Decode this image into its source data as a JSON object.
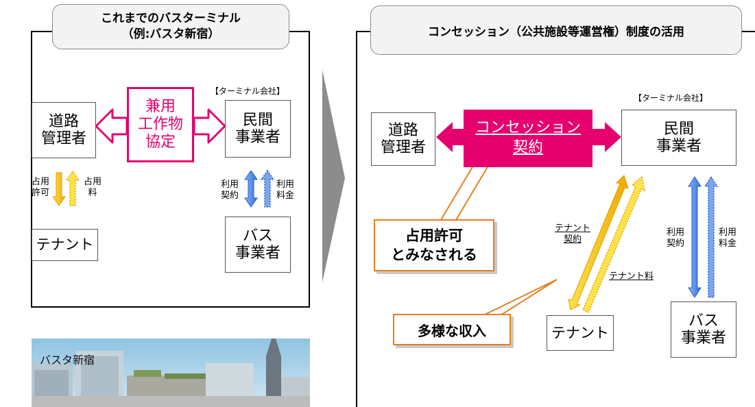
{
  "left_panel": {
    "title_line1": "これまでのバスターミナル",
    "title_line2": "（例:バスタ新宿）",
    "road_manager": [
      "道路",
      "管理者"
    ],
    "agreement": [
      "兼用",
      "工作物",
      "協定"
    ],
    "terminal_company_note": "【ターミナル会社】",
    "private_operator": [
      "民間",
      "事業者"
    ],
    "occupancy_permit": [
      "占用",
      "許可"
    ],
    "occupancy_fee": [
      "占用",
      "料"
    ],
    "usage_contract": [
      "利用",
      "契約"
    ],
    "usage_fee": [
      "利用",
      "料金"
    ],
    "tenant": "テナント",
    "bus_operator": [
      "バス",
      "事業者"
    ]
  },
  "photo": {
    "caption": "バスタ新宿"
  },
  "right_panel": {
    "title": "コンセッション（公共施設等運営権）制度の活用",
    "road_manager": [
      "道路",
      "管理者"
    ],
    "concession_contract": [
      "コンセッション",
      "契約"
    ],
    "terminal_company_note": "【ターミナル会社】",
    "private_operator": [
      "民間",
      "事業者"
    ],
    "callout_permit": [
      "占用許可",
      "とみなされる"
    ],
    "tenant_contract": [
      "テナント",
      "契約"
    ],
    "tenant_fee": "テナント料",
    "usage_contract": [
      "利用",
      "契約"
    ],
    "usage_fee": [
      "利用",
      "料金"
    ],
    "callout_revenue": "多様な収入",
    "tenant": "テナント",
    "bus_operator": [
      "バス",
      "事業者"
    ]
  },
  "colors": {
    "magenta": "#e6006e",
    "orange": "#e57f1e",
    "yellow": "#ffd700",
    "blue": "#4a86e8",
    "gray_arrow": "#8c8c8c"
  }
}
